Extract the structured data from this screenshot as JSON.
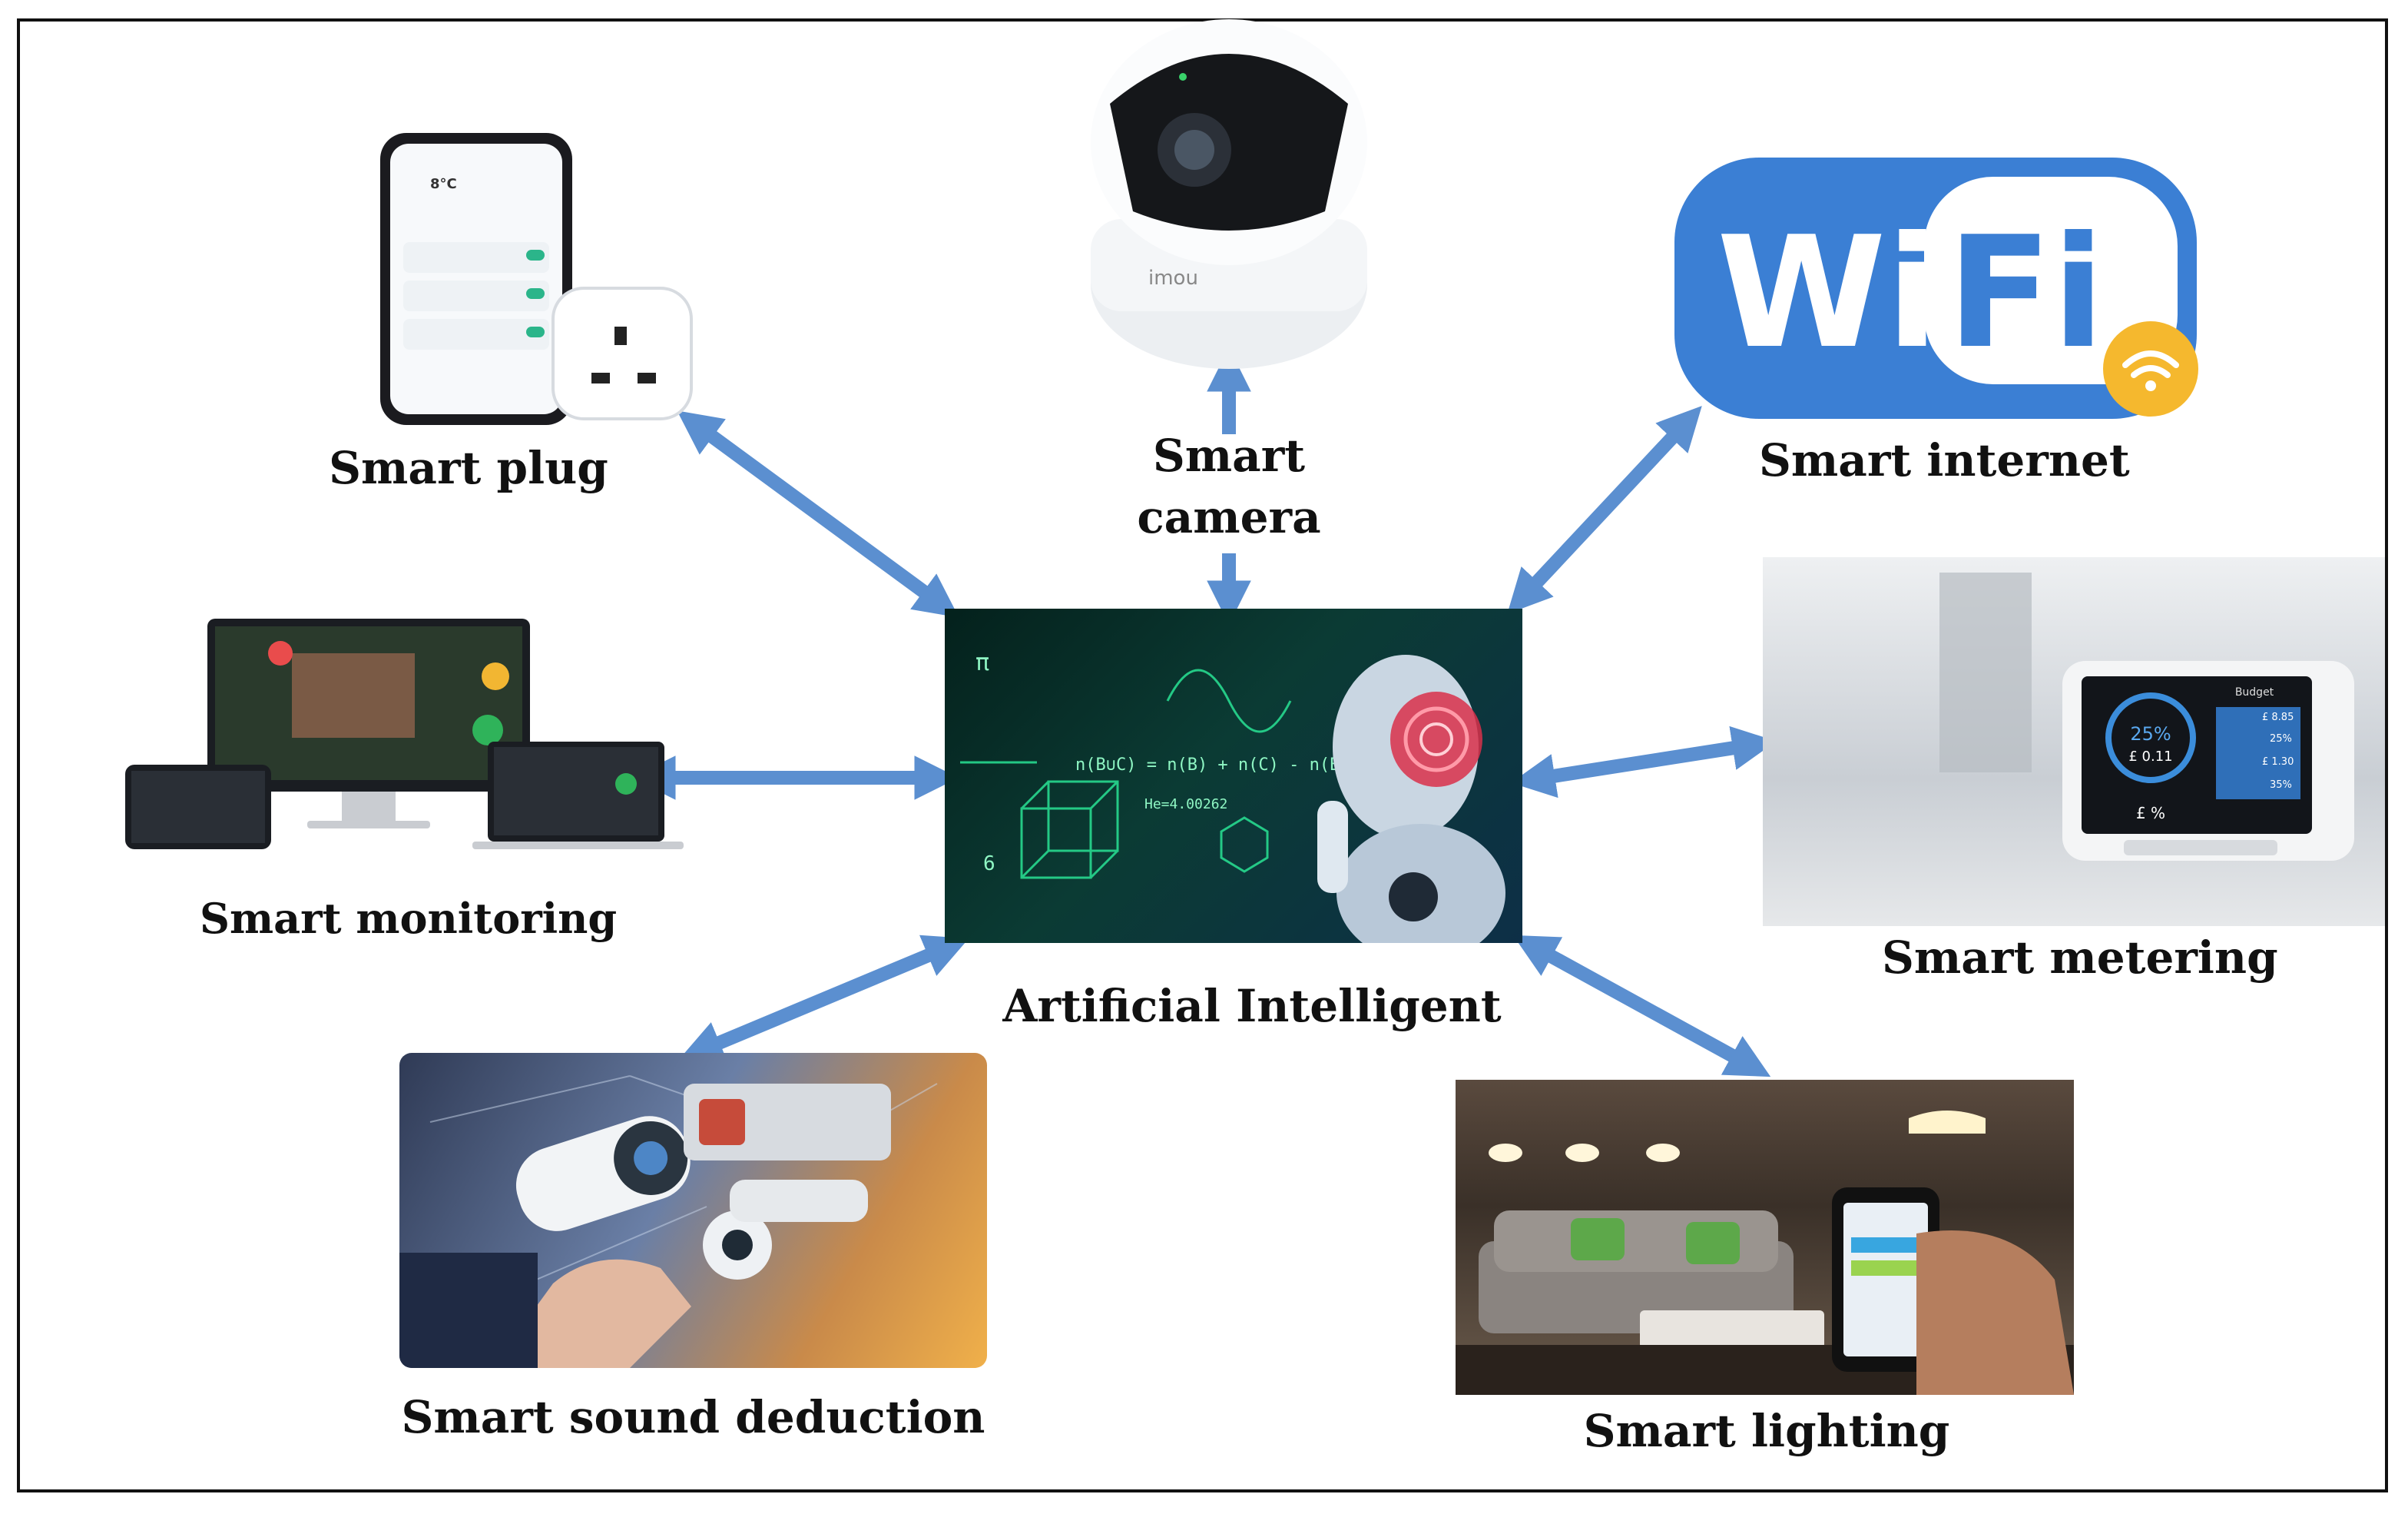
{
  "center": {
    "label": "Artificial  Intelligent"
  },
  "devices": [
    {
      "id": "plug",
      "label": "Smart plug"
    },
    {
      "id": "camera",
      "label_line1": "Smart",
      "label_line2": "camera"
    },
    {
      "id": "internet",
      "label": "Smart internet"
    },
    {
      "id": "monitoring",
      "label": "Smart monitoring"
    },
    {
      "id": "metering",
      "label": "Smart metering"
    },
    {
      "id": "sound",
      "label": "Smart sound deduction"
    },
    {
      "id": "lighting",
      "label": "Smart lighting"
    }
  ],
  "images": {
    "wifi_logo": {
      "word1": "Wi",
      "word2": "Fi"
    },
    "camera_brand": "imou",
    "meter_screen": {
      "percent": "25%",
      "cost": "£ 0.11",
      "title": "Budget",
      "values": [
        "£ 8.85",
        "25%",
        "£ 1.30",
        "35%"
      ],
      "footer": "£  %"
    },
    "ai_formula": "n(B∪C) = n(B) + n(C) - n(B∩C)"
  },
  "colors": {
    "arrow": "#5b8fd0",
    "wifi_blue": "#3b7fd4",
    "wifi_badge": "#f5b82e"
  }
}
